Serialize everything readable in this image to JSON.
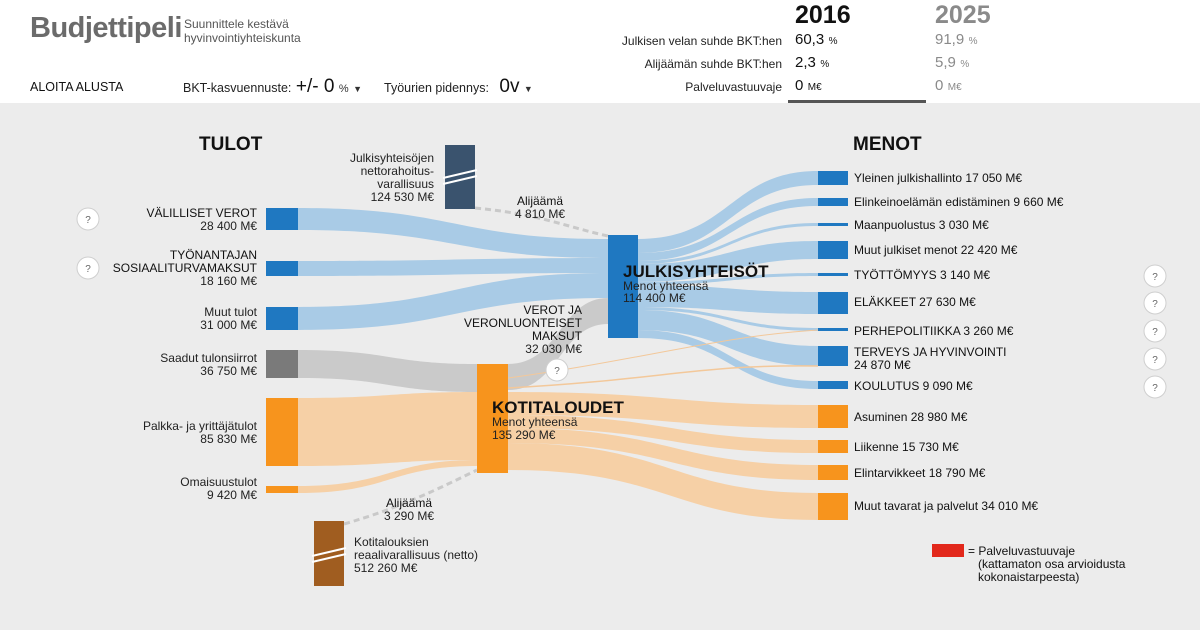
{
  "header": {
    "brand": "Budjettipeli",
    "tagline": "Suunnittele kestävä hyvinvointiyhteiskunta",
    "restart_label": "ALOITA ALUSTA",
    "gdp_growth": {
      "label": "BKT-kasvuennuste:",
      "value": "+/- 0",
      "unit": "%"
    },
    "career": {
      "label": "Työurien pidennys:",
      "value": "0v"
    }
  },
  "metrics": {
    "years": [
      "2016",
      "2025"
    ],
    "rows": [
      {
        "label": "Julkisen velan suhde BKT:hen",
        "v2016": "60,3",
        "v2025": "91,9",
        "unit": "%"
      },
      {
        "label": "Alijäämän suhde BKT:hen",
        "v2016": "2,3",
        "v2025": "5,9",
        "unit": "%"
      },
      {
        "label": "Palveluvastuuvaje",
        "v2016": "0",
        "v2025": "0",
        "unit": "M€"
      }
    ]
  },
  "colors": {
    "public": "#1f78c1",
    "household": "#f7941d",
    "grey": "#7a7a7a",
    "wealth_public": "#3a536e",
    "wealth_household": "#a05d20",
    "deficit": "#e2281b"
  },
  "diagram": {
    "income_title": "TULOT",
    "expense_title": "MENOT",
    "incomes": [
      {
        "l1": "VÄLILLISET VEROT",
        "l2": "",
        "val": "28 400 M€"
      },
      {
        "l1": "TYÖNANTAJAN",
        "l2": "SOSIAALITURVAMAKSUT",
        "val": "18 160 M€"
      },
      {
        "l1": "Muut tulot",
        "l2": "",
        "val": "31 000 M€"
      },
      {
        "l1": "Saadut tulonsiirrot",
        "l2": "",
        "val": "36 750 M€"
      },
      {
        "l1": "Palkka- ja yrittäjätulot",
        "l2": "",
        "val": "85 830 M€"
      },
      {
        "l1": "Omaisuustulot",
        "l2": "",
        "val": "9 420 M€"
      }
    ],
    "public_wealth": {
      "l1": "Julkisyhteisöjen",
      "l2": "nettorahoitus-",
      "l3": "varallisuus",
      "val": "124 530 M€"
    },
    "public_deficit": {
      "l1": "Alijäämä",
      "val": "4 810 M€"
    },
    "household_wealth": {
      "l1": "Kotitalouksien",
      "l2": "reaalivarallisuus (netto)",
      "val": "512 260 M€"
    },
    "household_deficit": {
      "l1": "Alijäämä",
      "val": "3 290 M€"
    },
    "taxes": {
      "l1": "VEROT JA",
      "l2": "VERONLUONTEISET",
      "l3": "MAKSUT",
      "val": "32 030 M€"
    },
    "public_node": {
      "name": "JULKISYHTEISÖT",
      "sub": "Menot yhteensä",
      "val": "114 400 M€"
    },
    "household_node": {
      "name": "KOTITALOUDET",
      "sub": "Menot yhteensä",
      "val": "135 290 M€"
    },
    "public_expenses": [
      {
        "l1": "Yleinen julkishallinto 17 050 M€",
        "l2": ""
      },
      {
        "l1": "Elinkeinoelämän edistäminen 9 660 M€",
        "l2": ""
      },
      {
        "l1": "Maanpuolustus 3 030 M€",
        "l2": ""
      },
      {
        "l1": "Muut julkiset menot 22 420 M€",
        "l2": ""
      },
      {
        "l1": "TYÖTTÖMYYS 3 140 M€",
        "l2": ""
      },
      {
        "l1": "ELÄKKEET 27 630 M€",
        "l2": ""
      },
      {
        "l1": "PERHEPOLITIIKKA 3 260 M€",
        "l2": ""
      },
      {
        "l1": "TERVEYS JA HYVINVOINTI",
        "l2": "24 870 M€"
      },
      {
        "l1": "KOULUTUS 9 090 M€",
        "l2": ""
      }
    ],
    "household_expenses": [
      {
        "l1": "Asuminen 28 980 M€"
      },
      {
        "l1": "Liikenne 15 730 M€"
      },
      {
        "l1": "Elintarvikkeet 18 790 M€"
      },
      {
        "l1": "Muut tavarat ja palvelut 34 010 M€"
      }
    ],
    "legend": {
      "l1": "= Palveluvastuuvaje",
      "l2": "(kattamaton osa arvioidusta",
      "l3": "kokonaistarpeesta)"
    },
    "help_glyph": "?"
  }
}
